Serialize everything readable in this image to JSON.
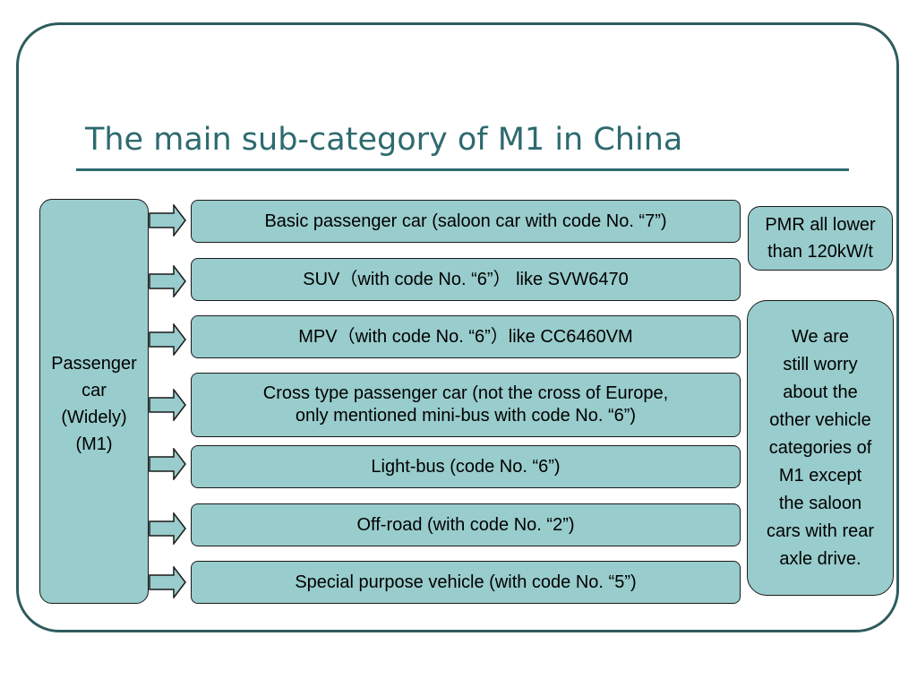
{
  "slide": {
    "title": "The main sub-category of M1 in China"
  },
  "diagram": {
    "root_label": "Passenger\ncar\n(Widely)\n(M1)",
    "categories": [
      "Basic passenger car (saloon car with code No. “7”)",
      "SUV（with code No. “6”） like SVW6470",
      "MPV（with code No. “6”）like CC6460VM",
      "Cross type passenger car (not the cross of Europe,\nonly mentioned mini-bus with code No. “6”)",
      "Light-bus (code No. “6”)",
      "Off-road (with code No. “2”)",
      "Special purpose vehicle (with code No. “5”)"
    ],
    "pmr_note": "PMR all lower\nthan 120kW/t",
    "worry_note": "We are\nstill worry\nabout the\nother vehicle\ncategories of\nM1 except\nthe saloon\ncars with rear\naxle drive."
  },
  "colors": {
    "title": "#2e6a6f",
    "frame": "#2f5c5c",
    "box_fill": "#99cccc",
    "box_border": "#1a1a1a"
  }
}
